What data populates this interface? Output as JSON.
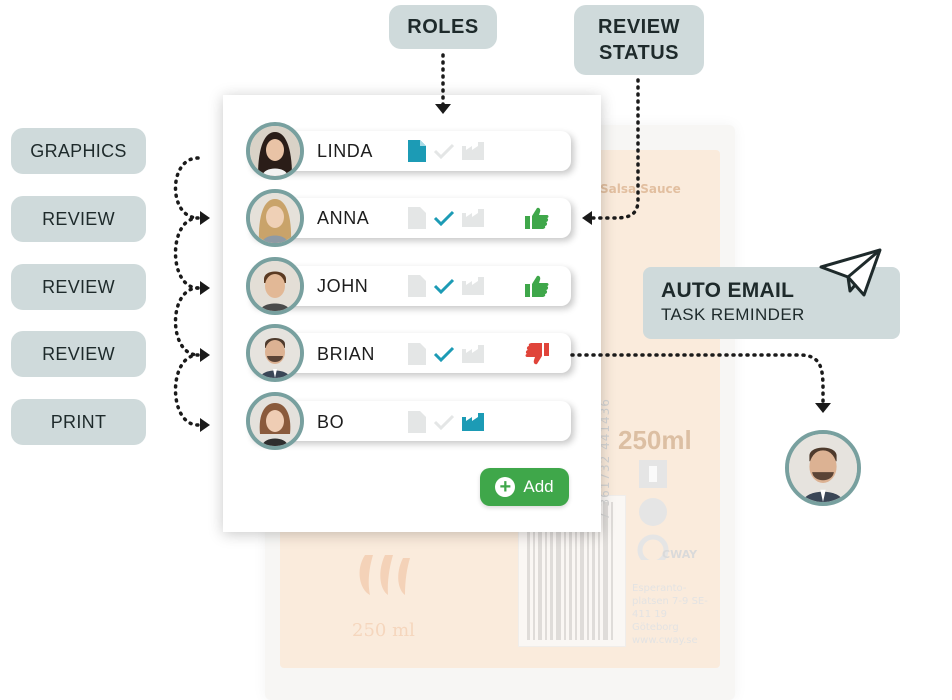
{
  "callouts": {
    "roles": "ROLES",
    "review_status_line1": "REVIEW",
    "review_status_line2": "STATUS",
    "auto_email_title": "AUTO EMAIL",
    "auto_email_subtitle": "TASK REMINDER"
  },
  "left_labels": [
    "GRAPHICS",
    "REVIEW",
    "REVIEW",
    "REVIEW",
    "PRINT"
  ],
  "users": [
    {
      "name": "LINDA",
      "role": "graphics",
      "status": ""
    },
    {
      "name": "ANNA",
      "role": "review",
      "status": "approved"
    },
    {
      "name": "JOHN",
      "role": "review",
      "status": "approved"
    },
    {
      "name": "BRIAN",
      "role": "review",
      "status": "rejected"
    },
    {
      "name": "BO",
      "role": "print",
      "status": ""
    }
  ],
  "add_button": {
    "label": "Add"
  },
  "background_label": {
    "title": "Salsa Sauce",
    "volume_large": "250ml",
    "volume_small": "250 ml",
    "barcode_digits": "7 361732 441436",
    "brand": "CWAY",
    "address": "Esperanto-platsen 7-9 SE-411 19 Göteborg www.cway.se"
  },
  "colors": {
    "accent_teal": "#1c9bb5",
    "approve_green": "#3fa74a",
    "reject_red": "#e0443a",
    "callout_bg": "#cfdadb",
    "avatar_border": "#78a09f",
    "inactive_icon": "#e4e6e6"
  },
  "icons": [
    "document-icon",
    "check-icon",
    "factory-icon",
    "thumbs-up-icon",
    "thumbs-down-icon",
    "paper-plane-icon",
    "plus-icon"
  ]
}
